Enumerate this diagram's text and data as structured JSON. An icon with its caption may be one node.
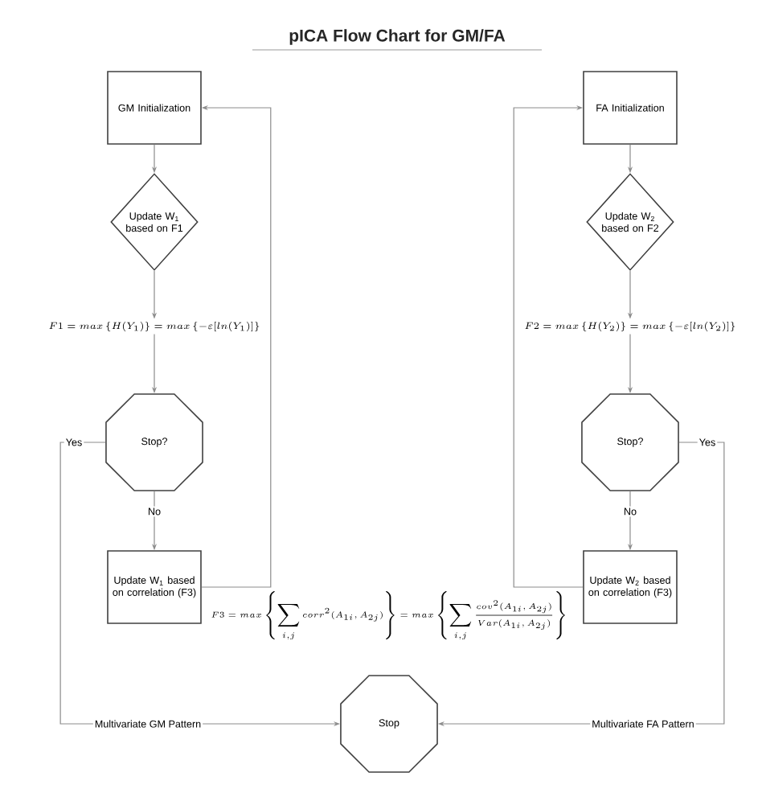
{
  "diagram": {
    "title": "pICA Flow Chart for GM/FA",
    "nodes": [
      {
        "text": [
          "GM Initialization"
        ]
      },
      {
        "text": [
          "Update W$_{1}$ based on F1"
        ]
      },
      {
        "text": [
          "F1 = max\\left\\{H(Y_1)\\right\\} = max\\left\\{-\\varepsilon[ln(Y_1)]\\right\\}"
        ]
      },
      {
        "text": [
          "Stop?"
        ]
      },
      {
        "text": [
          "Update W$_{1}$ based on correlation (F3)"
        ]
      },
      {
        "text": [
          "FA Initialization"
        ]
      },
      {
        "text": [
          "Update W$_{2}$ based on F2"
        ]
      },
      {
        "text": [
          "F2 = max\\left\\{H(Y_2)\\right\\} = max\\left\\{-\\varepsilon[ln(Y_2)]\\right\\}"
        ]
      },
      {
        "text": [
          "Stop?"
        ]
      },
      {
        "text": [
          "Update W$_{2}$ based on correlation (F3)"
        ]
      },
      {
        "text": [
          "Stop"
        ]
      }
    ],
    "edges": [
      {
        "from": 0,
        "to": 1,
        "arrow": "to"
      },
      {
        "from": 1,
        "to": 2,
        "arrow": "to"
      },
      {
        "from": 2,
        "to": 3,
        "arrow": "to"
      },
      {
        "from": 3,
        "to": 4,
        "arrow": "to",
        "label": "No"
      },
      {
        "from": 4,
        "to": 0,
        "arrow": "to"
      },
      {
        "from": 3,
        "to": 10,
        "arrow": "to",
        "label": "Yes"
      },
      {
        "from": 5,
        "to": 6,
        "arrow": "to"
      },
      {
        "from": 6,
        "to": 7,
        "arrow": "to"
      },
      {
        "from": 7,
        "to": 8,
        "arrow": "to"
      },
      {
        "from": 8,
        "to": 9,
        "arrow": "to",
        "label": "No"
      },
      {
        "from": 9,
        "to": 5,
        "arrow": "to"
      },
      {
        "from": 8,
        "to": 10,
        "arrow": "to",
        "label": "Yes"
      }
    ],
    "labels": [
      "F3 = max\\left\\{\\sum_{i,j} corr^2(A_{1i},A_{2j})\\right\\} = max\\left\\{\\sum_{i,j}\\frac{cov^2(A_{1i},A_{2j})}{Var(A_{1i},A_{2j})}\\right\\}",
      "Multivariate GM Pattern",
      "Multivariate FA Pattern"
    ]
  }
}
